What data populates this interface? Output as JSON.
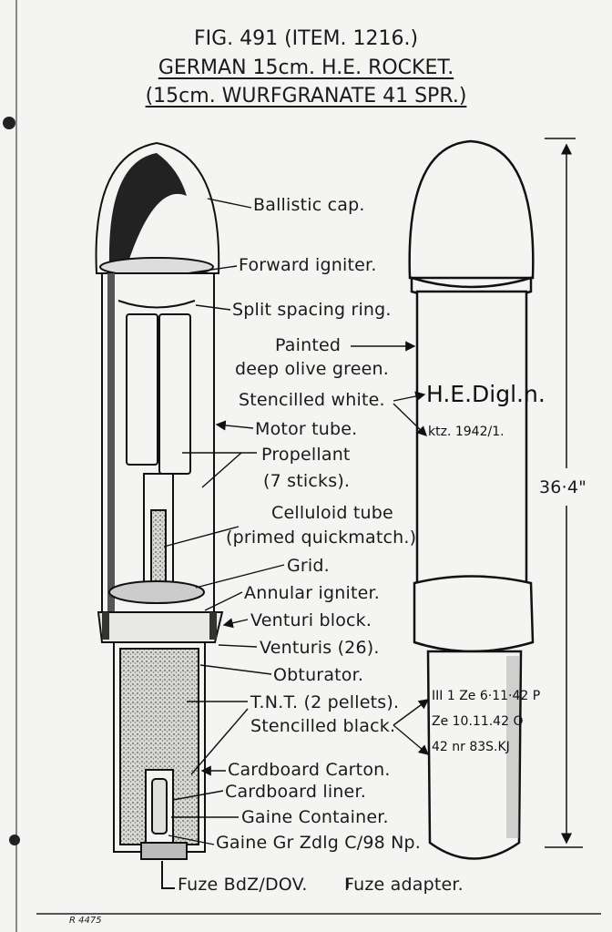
{
  "title": {
    "line1": "FIG. 491 (ITEM. 1216.)",
    "line2": "GERMAN 15cm. H.E. ROCKET.",
    "line3": "(15cm. WURFGRANATE 41 SPR.)"
  },
  "labels": {
    "ballistic_cap": "Ballistic cap.",
    "forward_igniter": "Forward igniter.",
    "split_spacing_ring": "Split spacing ring.",
    "painted": "Painted",
    "deep_olive_green": "deep olive green.",
    "stencilled_white": "Stencilled white.",
    "motor_tube": "Motor tube.",
    "propellant": "Propellant",
    "seven_sticks": "(7 sticks).",
    "celluloid_tube": "Celluloid tube",
    "primed_quickmatch": "(primed quickmatch.)",
    "grid": "Grid.",
    "annular_igniter": "Annular igniter.",
    "venturi_block": "Venturi block.",
    "venturis": "Venturis (26).",
    "obturator": "Obturator.",
    "tnt": "T.N.T. (2 pellets).",
    "stencilled_black": "Stencilled black.",
    "cardboard_carton": "Cardboard Carton.",
    "cardboard_liner": "Cardboard liner.",
    "gaine_container": "Gaine Container.",
    "gaine": "Gaine Gr Zdlg C/98 Np.",
    "fuze": "Fuze BdZ/DOV.",
    "fuze_adapter": "Fuze adapter."
  },
  "stencils": {
    "white_line1": "H.E.Digl.n.",
    "white_line2": "ktz. 1942/1.",
    "black_line1": "III 1 Ze 6·11·42 P",
    "black_line2": "Ze 10.11.42 O",
    "black_line3": "42 nr 83S.KJ"
  },
  "dimension": "36·4\"",
  "plate_ref": "R 4475"
}
